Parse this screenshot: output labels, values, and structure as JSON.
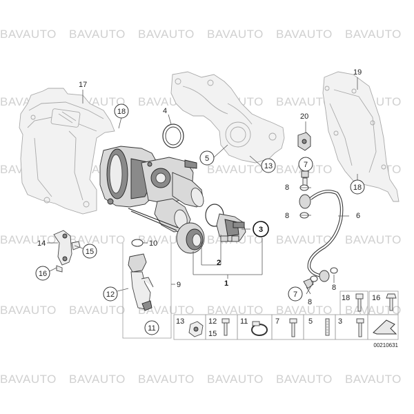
{
  "watermark": "BAVAUTO",
  "diagram_ref": "00210631",
  "callouts": {
    "c17": "17",
    "c18a": "18",
    "c4": "4",
    "c5": "5",
    "c13": "13",
    "c19": "19",
    "c20": "20",
    "c7a": "7",
    "c8a": "8",
    "c8b": "8",
    "c18b": "18",
    "c6": "6",
    "c3": "3",
    "c2": "2",
    "c1": "1",
    "c14": "14",
    "c10": "10",
    "c15": "15",
    "c16": "16",
    "c9": "9",
    "c12": "12",
    "c11": "11",
    "c7b": "7",
    "c8c": "8",
    "c8d": "8"
  },
  "parts_table": {
    "top_row": [
      "18",
      "16"
    ],
    "bottom_row": [
      "13",
      "12",
      "15",
      "11",
      "7",
      "5",
      "3"
    ]
  }
}
